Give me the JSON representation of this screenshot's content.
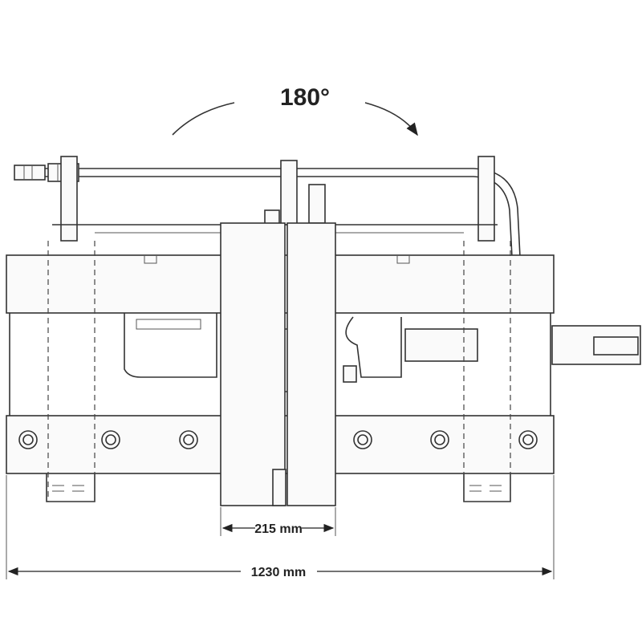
{
  "rotation_label": "180°",
  "dimensions": {
    "inner_width": "215 mm",
    "overall_width": "1230 mm"
  },
  "colors": {
    "line": "#333333",
    "background": "#ffffff"
  }
}
